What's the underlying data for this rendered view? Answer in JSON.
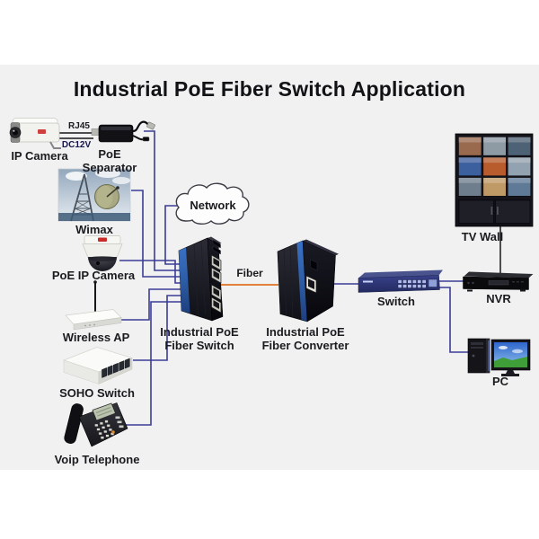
{
  "title": "Industrial PoE Fiber Switch Application",
  "colors": {
    "page_background": "#ffffff",
    "panel_background": "#f1f1f2",
    "ethernet_line": "#3c3c96",
    "fiber_line": "#e2813c",
    "cable_line": "#17171b",
    "label_text": "#1b1b1f",
    "device_accent_blue": "#2d5da6"
  },
  "nodes": {
    "ip_camera": {
      "label": "IP Camera"
    },
    "poe_separator": {
      "label": "PoE\nSeparator"
    },
    "wimax": {
      "label": "Wimax"
    },
    "poe_ip_camera": {
      "label": "PoE IP Camera"
    },
    "wireless_ap": {
      "label": "Wireless AP"
    },
    "soho_switch": {
      "label": "SOHO Switch"
    },
    "voip_telephone": {
      "label": "Voip Telephone"
    },
    "network_cloud": {
      "label": "Network"
    },
    "industrial_poe_fiber_switch": {
      "label": "Industrial PoE\nFiber Switch"
    },
    "industrial_poe_fiber_converter": {
      "label": "Industrial PoE\nFiber Converter"
    },
    "switch": {
      "label": "Switch"
    },
    "nvr": {
      "label": "NVR"
    },
    "tv_wall": {
      "label": "TV Wall"
    },
    "pc": {
      "label": "PC"
    }
  },
  "link_labels": {
    "rj45": "RJ45",
    "dc12v": "DC12V",
    "fiber": "Fiber"
  }
}
